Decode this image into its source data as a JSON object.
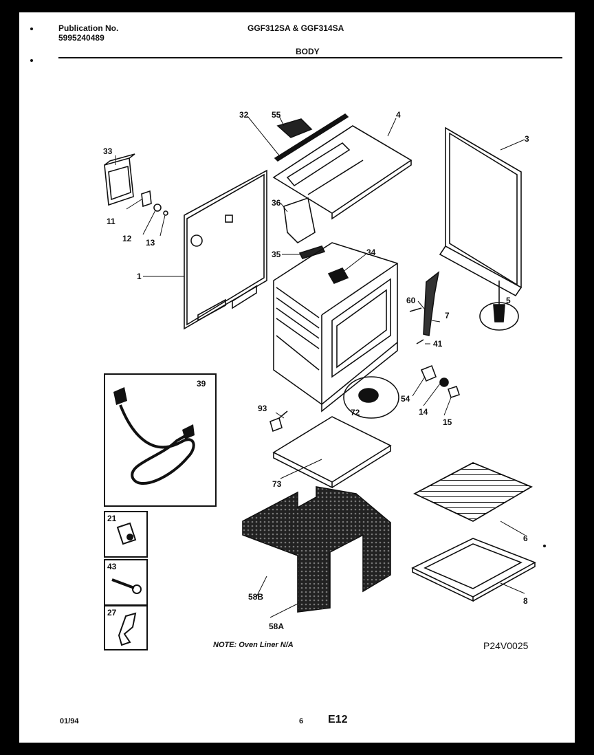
{
  "header": {
    "publication_label": "Publication No.",
    "publication_number": "5995240489",
    "models": "GGF312SA & GGF314SA",
    "section": "BODY"
  },
  "callouts": {
    "c32": "32",
    "c55": "55",
    "c4": "4",
    "c3": "3",
    "c33": "33",
    "c11": "11",
    "c12": "12",
    "c13": "13",
    "c36": "36",
    "c1": "1",
    "c35": "35",
    "c34": "34",
    "c60": "60",
    "c7": "7",
    "c5": "5",
    "c41": "41",
    "c39": "39",
    "c93": "93",
    "c72": "72",
    "c54": "54",
    "c14": "14",
    "c15": "15",
    "c73": "73",
    "c21": "21",
    "c43": "43",
    "c27": "27",
    "c6": "6",
    "c58b": "58B",
    "c58a": "58A",
    "c8": "8"
  },
  "note": "NOTE: Oven Liner N/A",
  "diagram_code": "P24V0025",
  "footer": {
    "date": "01/94",
    "page_number": "6",
    "page_code": "E12"
  }
}
